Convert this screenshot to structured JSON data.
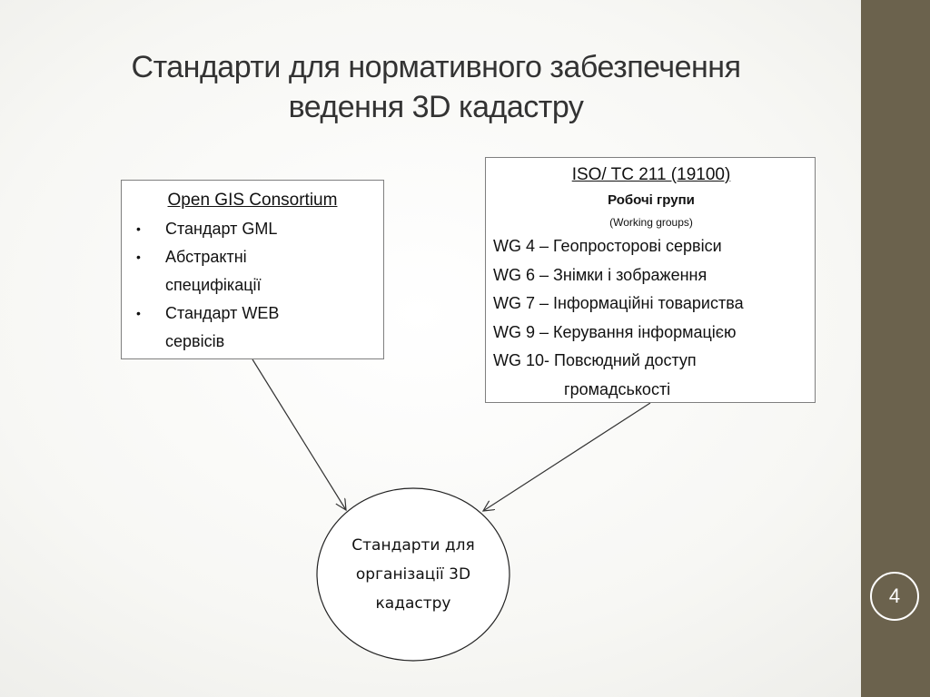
{
  "slide": {
    "title_line1": "Стандарти для нормативного забезпечення",
    "title_line2": "ведення 3D кадастру",
    "page_number": "4"
  },
  "ogc_box": {
    "heading": "Open GIS Consortium",
    "bullet": "•",
    "items": [
      "Стандарт GML",
      "Абстрактні",
      "специфікації",
      "Стандарт WEB",
      "сервісів"
    ]
  },
  "iso_box": {
    "heading": "ISO/ TC 211 (19100)",
    "subheading": "Робочі групи",
    "subheading_en": "(Working groups)",
    "groups": [
      "WG 4 – Геопросторові сервіси",
      "WG 6 – Знімки і зображення",
      "WG 7 – Інформаційні товариства",
      "WG 9 – Керування інформацією",
      "WG 10- Повсюдний доступ"
    ],
    "group_continuation": "громадськості"
  },
  "target_node": {
    "line1": "Стандарти для",
    "line2": "організації 3D",
    "line3": "кадастру"
  },
  "colors": {
    "sidebar": "#6b624d",
    "title": "#333333",
    "border": "#7f7f7f"
  }
}
